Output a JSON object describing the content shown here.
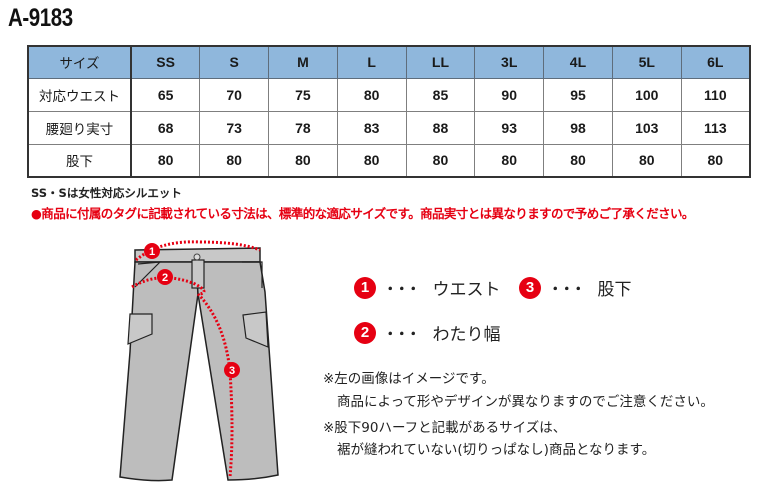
{
  "product_code": "A-9183",
  "size_table": {
    "headers": [
      "サイズ",
      "SS",
      "S",
      "M",
      "L",
      "LL",
      "3L",
      "4L",
      "5L",
      "6L"
    ],
    "rows": [
      {
        "label": "対応ウエスト",
        "values": [
          "65",
          "70",
          "75",
          "80",
          "85",
          "90",
          "95",
          "100",
          "110"
        ]
      },
      {
        "label": "腰廻り実寸",
        "values": [
          "68",
          "73",
          "78",
          "83",
          "88",
          "93",
          "98",
          "103",
          "113"
        ]
      },
      {
        "label": "股下",
        "values": [
          "80",
          "80",
          "80",
          "80",
          "80",
          "80",
          "80",
          "80",
          "80"
        ]
      }
    ],
    "header_color": "#8fb7dc"
  },
  "notes": {
    "silhouette": "SS・Sは女性対応シルエット",
    "disclaimer": "●商品に付属のタグに記載されている寸法は、標準的な適応サイズです。商品実寸とは異なりますので予めご了承ください。",
    "disclaimer_color": "#e60012"
  },
  "legend": {
    "items": [
      {
        "num": "1",
        "dots": "･･･",
        "label": "ウエスト"
      },
      {
        "num": "2",
        "dots": "･･･",
        "label": "わたり幅"
      },
      {
        "num": "3",
        "dots": "･･･",
        "label": "股下"
      }
    ],
    "marker_color": "#e60012"
  },
  "remarks": {
    "r1_line1": "※左の画像はイメージです。",
    "r1_line2": "商品によって形やデザインが異なりますのでご注意ください。",
    "r2_line1": "※股下90ハーフと記載があるサイズは、",
    "r2_line2": "裾が縫われていない(切りっぱなし)商品となります。"
  },
  "figure": {
    "markers": [
      "1",
      "2",
      "3"
    ]
  }
}
